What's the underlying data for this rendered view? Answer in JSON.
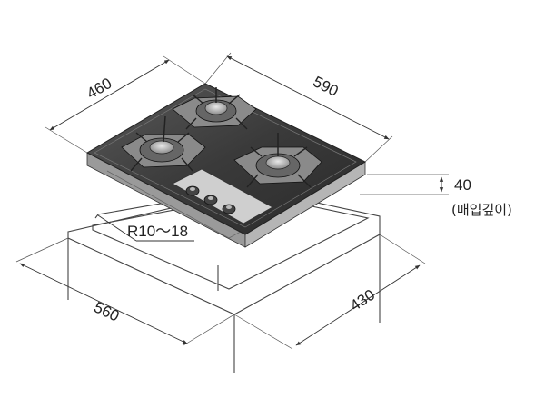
{
  "dimensions": {
    "top_depth": "460",
    "top_width": "590",
    "height": "40",
    "height_note": "(매입깊이)",
    "corner_radius": "R10～18",
    "cutout_width": "560",
    "cutout_depth": "430"
  }
}
